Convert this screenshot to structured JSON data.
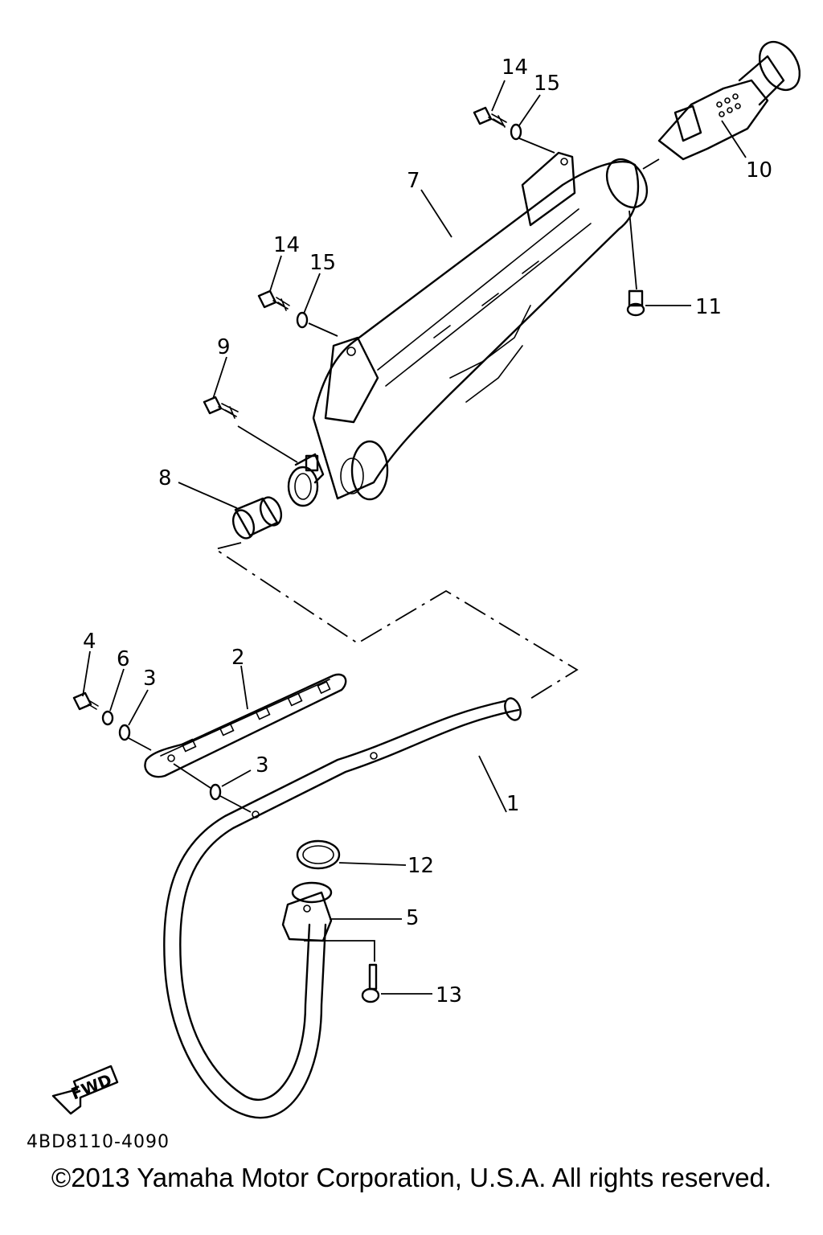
{
  "diagram": {
    "callouts": {
      "c1": "1",
      "c2": "2",
      "c3a": "3",
      "c3b": "3",
      "c4": "4",
      "c5": "5",
      "c6": "6",
      "c7": "7",
      "c8": "8",
      "c9": "9",
      "c10": "10",
      "c11": "11",
      "c12": "12",
      "c13": "13",
      "c14a": "14",
      "c14b": "14",
      "c15a": "15",
      "c15b": "15"
    },
    "fwd_label": "FWD",
    "drawing_code": "4BD8110-4090"
  },
  "footer": {
    "copyright": "©2013 Yamaha Motor Corporation, U.S.A. All rights reserved."
  }
}
